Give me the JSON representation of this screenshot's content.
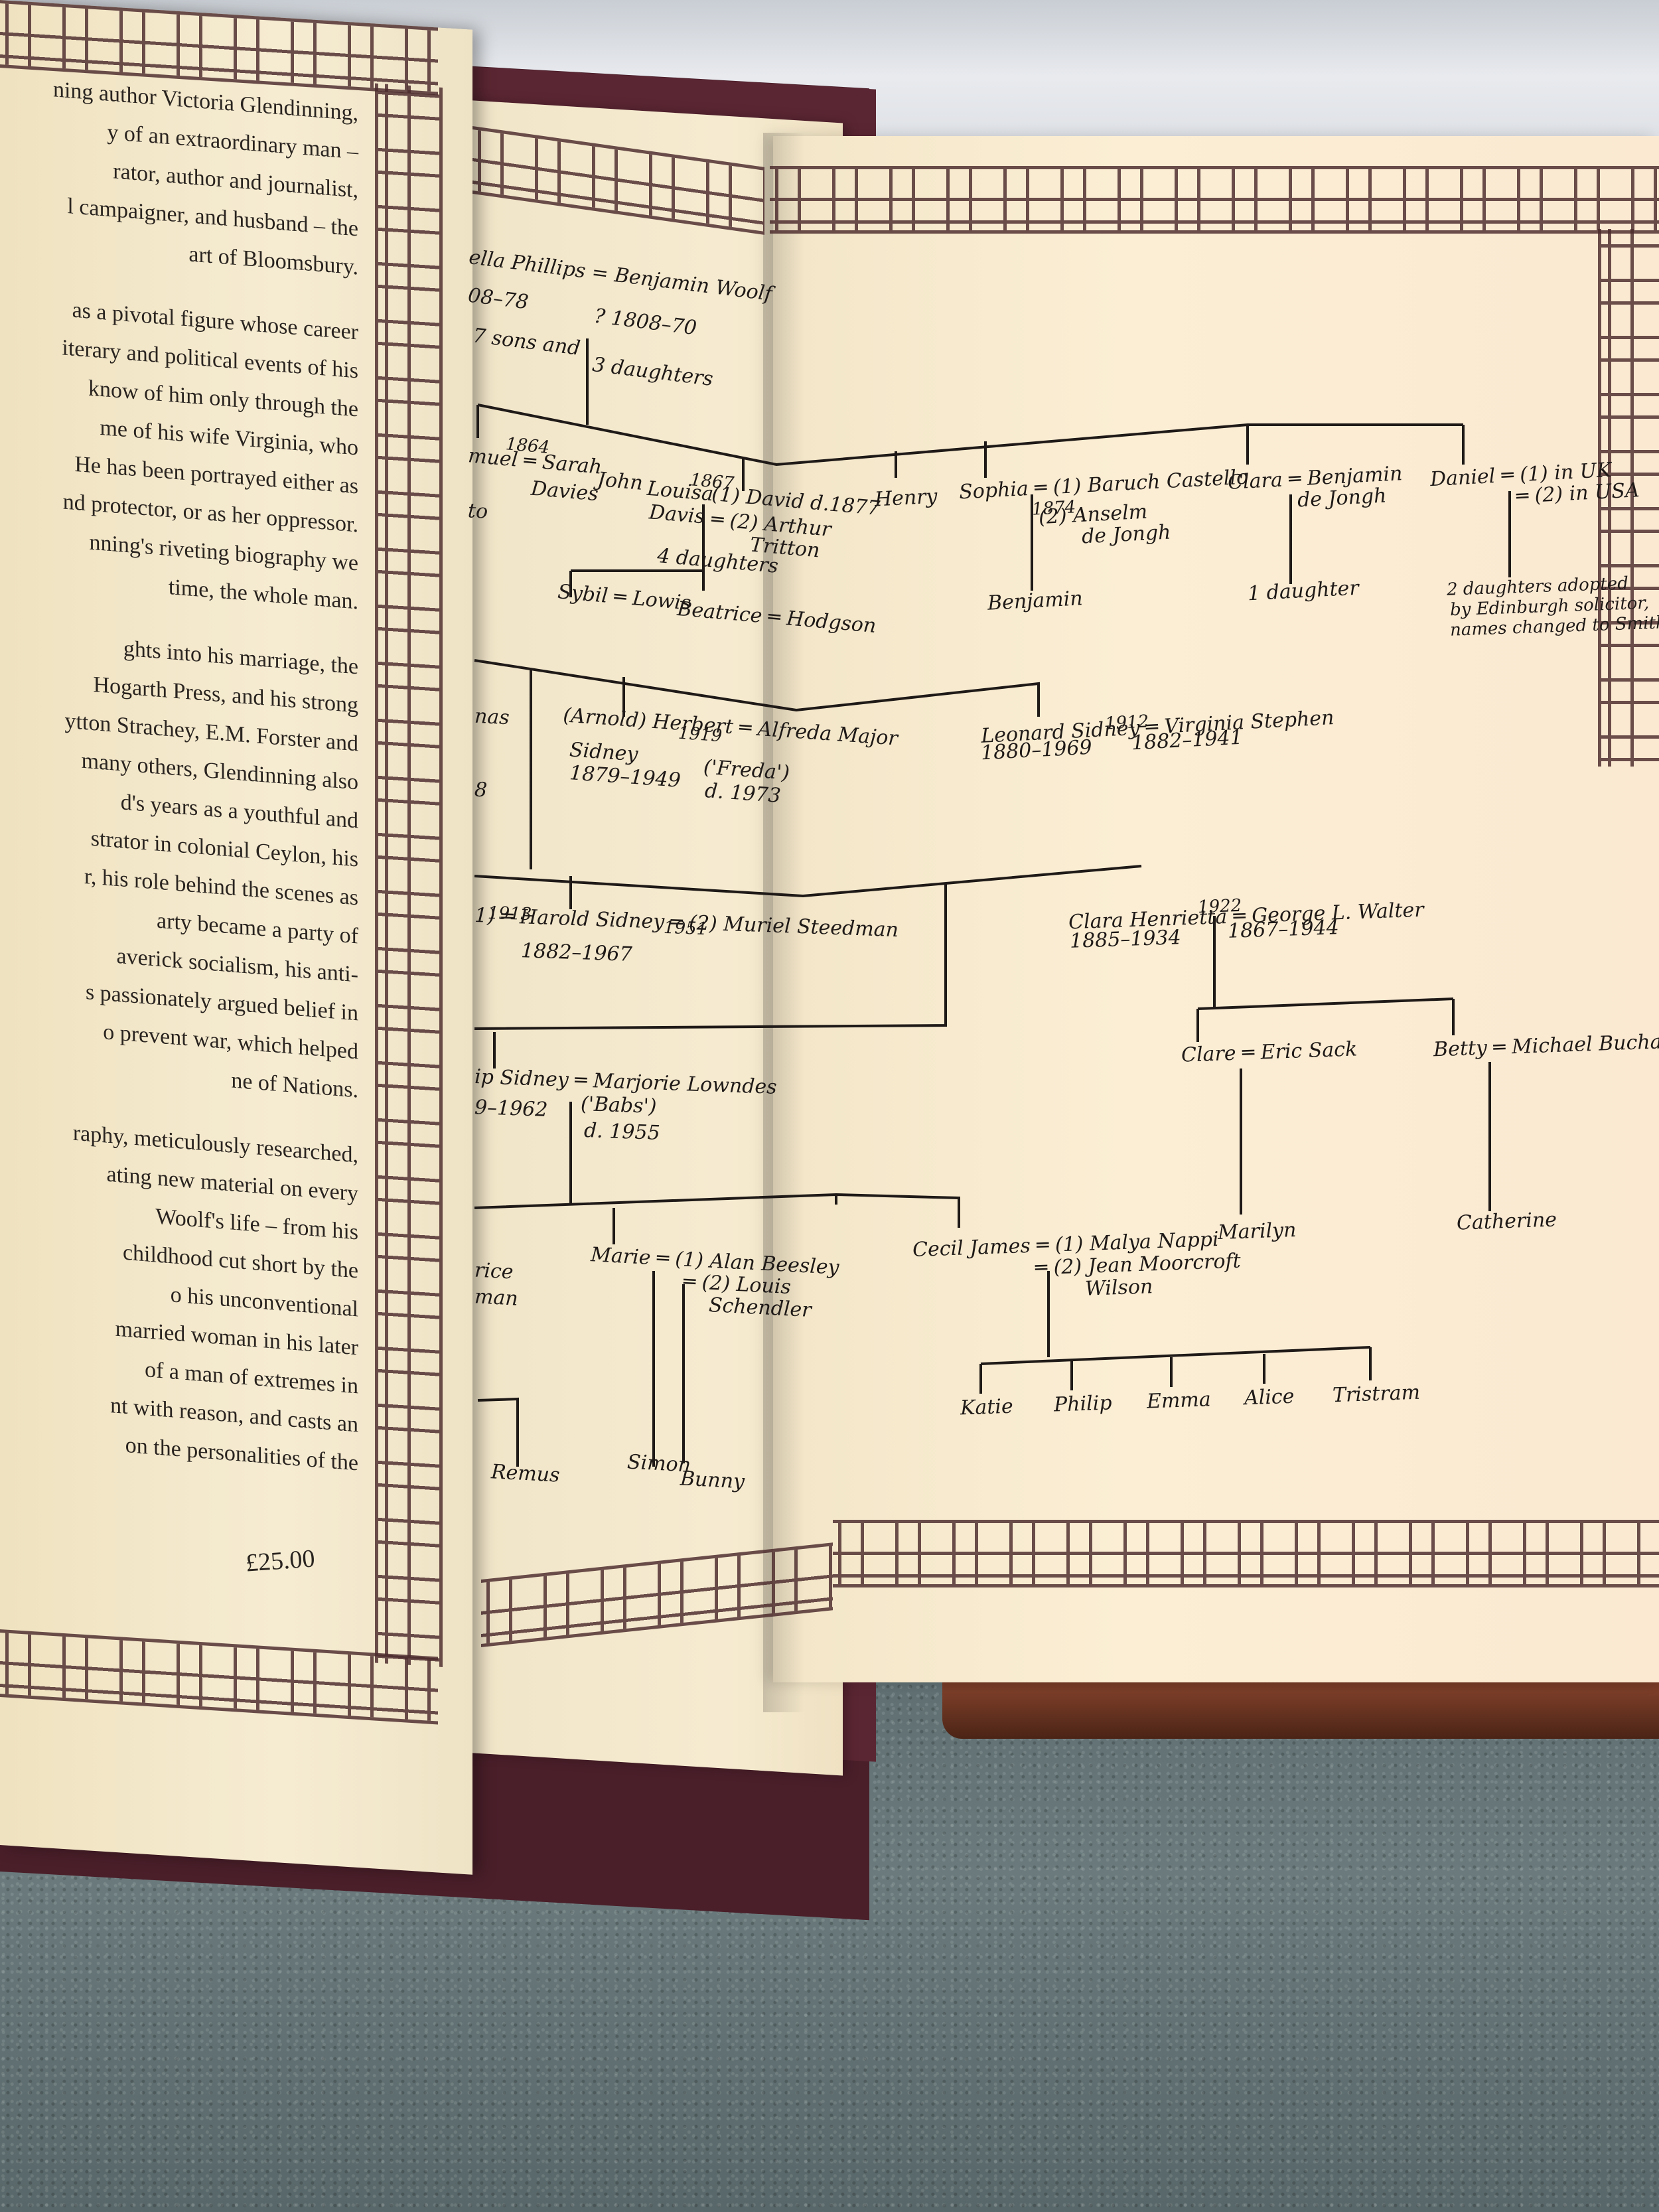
{
  "flap": {
    "lines": [
      "ning author Victoria Glendinning,",
      "y of an extraordinary man –",
      "rator, author and journalist,",
      "l campaigner, and husband – the",
      "art of Bloomsbury.",
      "as a pivotal figure whose career",
      "iterary and political events of his",
      "know of him only through the",
      "me of his wife Virginia, who",
      "He has been portrayed either as",
      "nd protector, or as her oppressor.",
      "nning's riveting biography we",
      "time, the whole man.",
      "ghts into his marriage, the",
      "Hogarth Press, and his strong",
      "ytton Strachey, E.M. Forster and",
      "many others, Glendinning also",
      "d's years as a youthful and",
      "strator in colonial Ceylon, his",
      "r, his role behind the scenes as",
      "arty became a party of",
      "averick socialism, his anti-",
      "s passionately argued belief in",
      "o prevent war, which helped",
      "ne of Nations.",
      "raphy, meticulously researched,",
      "ating new material on every",
      "Woolf's life – from his",
      "childhood cut short by the",
      "o his unconventional",
      "married woman in his later",
      "of a man of extremes in",
      "nt with reason, and casts an",
      "on the personalities of the"
    ],
    "price": "£25.00"
  },
  "tree": {
    "nodes": [
      {
        "id": "bella",
        "text": "ella Phillips = Benjamin Woolf"
      },
      {
        "id": "bella-dates",
        "text": "08–78"
      },
      {
        "id": "benjamin-dates",
        "text": "? 1808–70"
      },
      {
        "id": "sons",
        "text": "7 sons and"
      },
      {
        "id": "daughters",
        "text": "3 daughters"
      },
      {
        "id": "samuel",
        "text": "muel ═ Sarah"
      },
      {
        "id": "samuel-year",
        "text": "1864"
      },
      {
        "id": "sarah2",
        "text": "Davies"
      },
      {
        "id": "john",
        "text": "John"
      },
      {
        "id": "to",
        "text": "to"
      },
      {
        "id": "louisa",
        "text": "Louisa"
      },
      {
        "id": "louisa2",
        "text": "Davis"
      },
      {
        "id": "louisa-year",
        "text": "1867"
      },
      {
        "id": "david",
        "text": "(1) David d.1877"
      },
      {
        "id": "arthur",
        "text": "═ (2) Arthur"
      },
      {
        "id": "tritton",
        "text": "Tritton"
      },
      {
        "id": "four-daughters",
        "text": "4 daughters"
      },
      {
        "id": "sybil",
        "text": "Sybil ═ Lowis"
      },
      {
        "id": "beatrice",
        "text": "Beatrice ═ Hodgson"
      },
      {
        "id": "henry",
        "text": "Henry"
      },
      {
        "id": "sophia",
        "text": "Sophia ═ (1) Baruch Castello"
      },
      {
        "id": "sophia-year",
        "text": "1874"
      },
      {
        "id": "anselm",
        "text": "(2) Anselm"
      },
      {
        "id": "anselm2",
        "text": "de Jongh"
      },
      {
        "id": "benjamin-child",
        "text": "Benjamin"
      },
      {
        "id": "clara",
        "text": "Clara ═ Benjamin"
      },
      {
        "id": "clara2",
        "text": "de Jongh"
      },
      {
        "id": "one-daughter",
        "text": "1 daughter"
      },
      {
        "id": "daniel",
        "text": "Daniel ═ (1) in UK"
      },
      {
        "id": "daniel2",
        "text": "═ (2) in USA"
      },
      {
        "id": "daniel-kids1",
        "text": "2 daughters adopted"
      },
      {
        "id": "daniel-kids2",
        "text": "by Edinburgh solicitor,"
      },
      {
        "id": "daniel-kids3",
        "text": "names changed to Smith"
      },
      {
        "id": "nas",
        "text": "nas"
      },
      {
        "id": "eight",
        "text": "8"
      },
      {
        "id": "herbert",
        "text": "(Arnold) Herbert ═ Alfreda Major"
      },
      {
        "id": "herbert-year",
        "text": "1919"
      },
      {
        "id": "herbert2",
        "text": "Sidney"
      },
      {
        "id": "herbert3",
        "text": "1879–1949"
      },
      {
        "id": "freda",
        "text": "('Freda')"
      },
      {
        "id": "freda2",
        "text": "d. 1973"
      },
      {
        "id": "leonard",
        "text": "Leonard Sidney ═ Virginia Stephen"
      },
      {
        "id": "leonard-year",
        "text": "1912"
      },
      {
        "id": "leonard2",
        "text": "1880–1969"
      },
      {
        "id": "virginia2",
        "text": "1882–1941"
      },
      {
        "id": "harold",
        "text": "1) ═ Harold Sidney ═ (2) Muriel Steedman"
      },
      {
        "id": "harold-year1",
        "text": "1913"
      },
      {
        "id": "harold-year2",
        "text": "1951"
      },
      {
        "id": "harold2",
        "text": "1882–1967"
      },
      {
        "id": "clarah",
        "text": "Clara Henrietta ═ George L. Walter"
      },
      {
        "id": "clarah-year",
        "text": "1922"
      },
      {
        "id": "clarah2",
        "text": "1885–1934"
      },
      {
        "id": "george2",
        "text": "1867–1944"
      },
      {
        "id": "clare",
        "text": "Clare ═ Eric Sack"
      },
      {
        "id": "betty",
        "text": "Betty ═ Michael Buchan"
      },
      {
        "id": "philip",
        "text": "ip Sidney ═ Marjorie Lowndes"
      },
      {
        "id": "philip2",
        "text": "9–1962"
      },
      {
        "id": "babs",
        "text": "('Babs')"
      },
      {
        "id": "babs2",
        "text": "d. 1955"
      },
      {
        "id": "marilyn",
        "text": "Marilyn"
      },
      {
        "id": "catherine",
        "text": "Catherine"
      },
      {
        "id": "cecil",
        "text": "Cecil James ═ (1) Malya Nappi"
      },
      {
        "id": "cecil2",
        "text": "═ (2) Jean Moorcroft"
      },
      {
        "id": "cecil3",
        "text": "Wilson"
      },
      {
        "id": "rice",
        "text": "rice"
      },
      {
        "id": "man",
        "text": "man"
      },
      {
        "id": "marie",
        "text": "Marie ═ (1) Alan Beesley"
      },
      {
        "id": "marie2",
        "text": "═ (2) Louis"
      },
      {
        "id": "marie3",
        "text": "Schendler"
      },
      {
        "id": "katie",
        "text": "Katie"
      },
      {
        "id": "philip-c",
        "text": "Philip"
      },
      {
        "id": "emma",
        "text": "Emma"
      },
      {
        "id": "alice",
        "text": "Alice"
      },
      {
        "id": "tristram",
        "text": "Tristram"
      },
      {
        "id": "remus",
        "text": "Remus"
      },
      {
        "id": "simon",
        "text": "Simon"
      },
      {
        "id": "bunny",
        "text": "Bunny"
      }
    ]
  },
  "colors": {
    "page": "#fbeed4",
    "ink": "#1f1a18",
    "border": "#4b2a2c",
    "cover": "#4a1f2a"
  }
}
